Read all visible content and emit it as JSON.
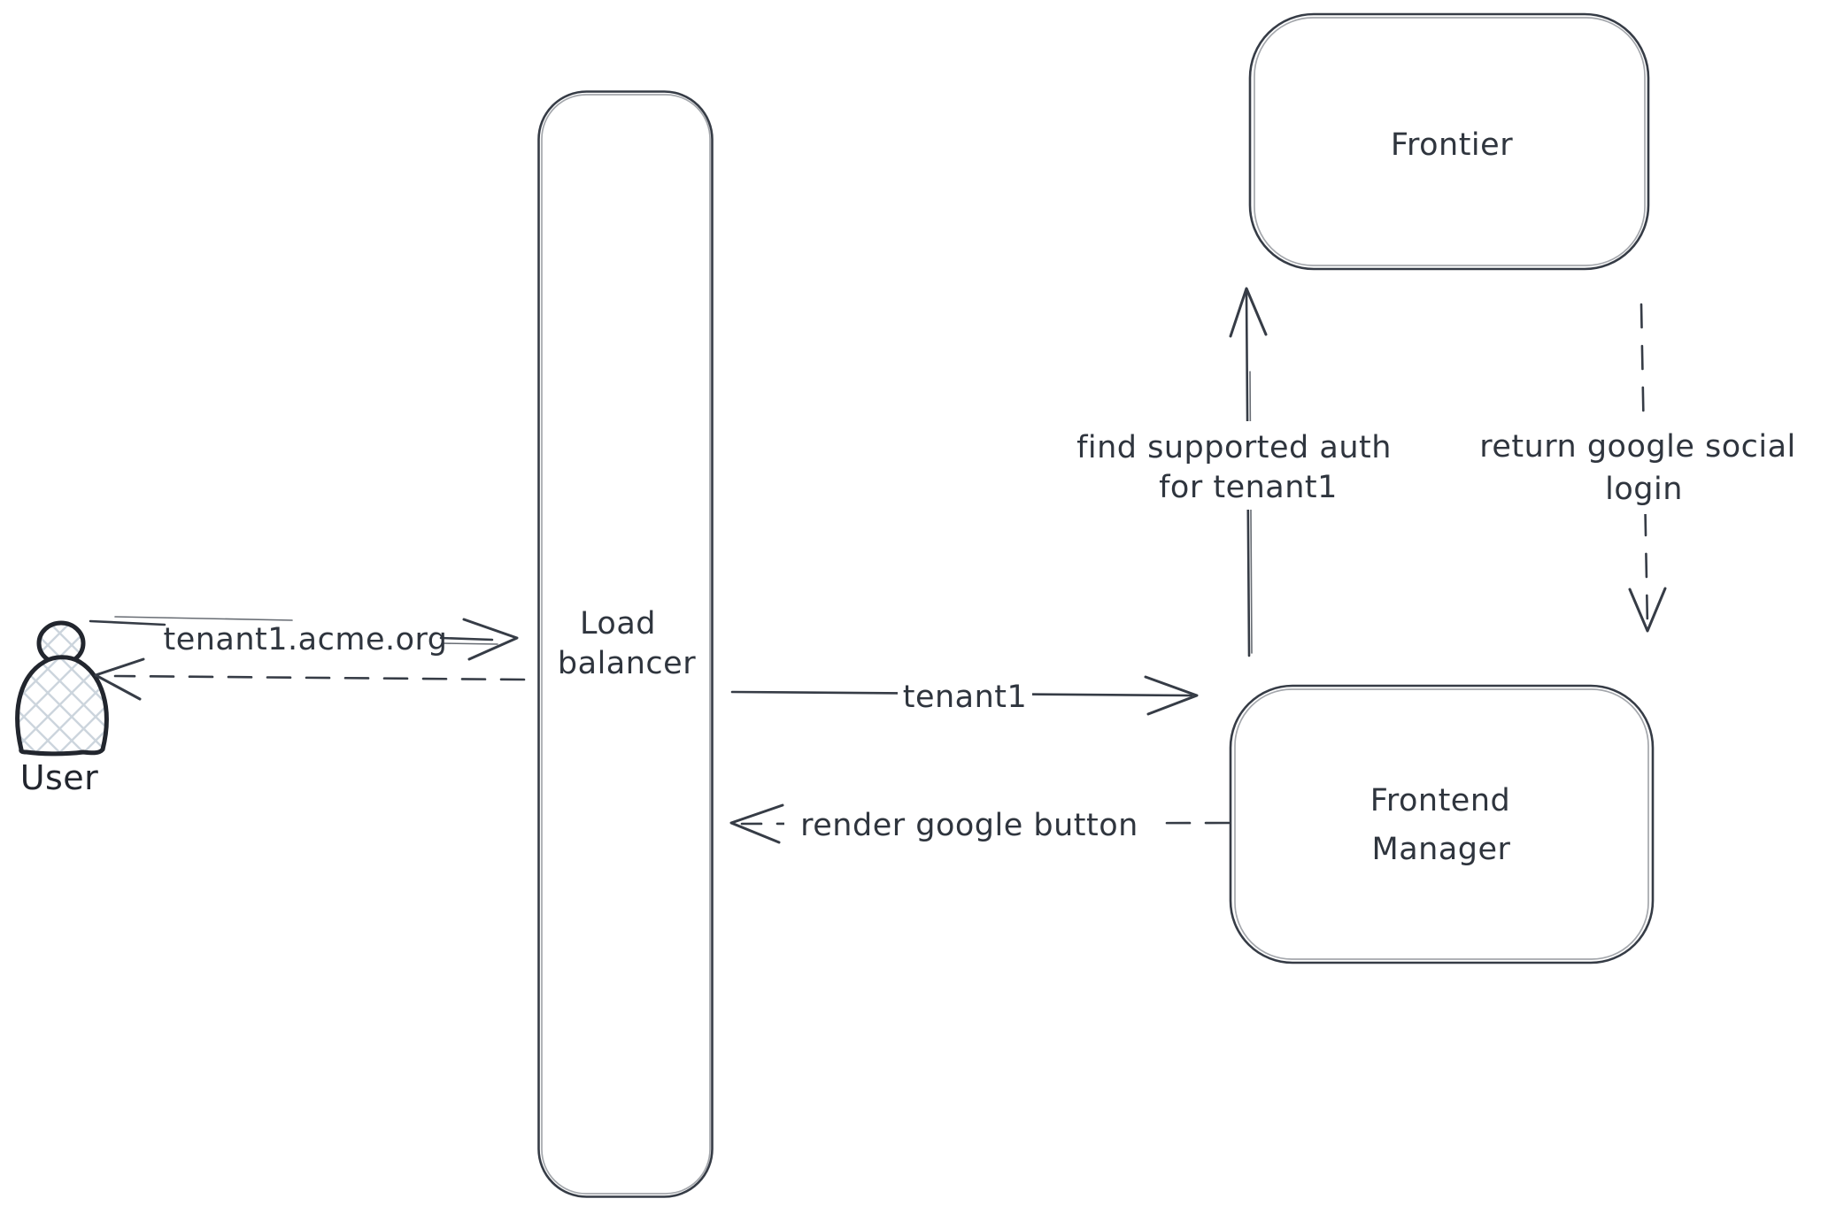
{
  "diagram": {
    "nodes": {
      "user": {
        "label": "User"
      },
      "load_balancer": {
        "label": [
          "Load",
          "balancer"
        ]
      },
      "frontier": {
        "label": "Frontier"
      },
      "frontend_manager": {
        "label": [
          "Frontend",
          "Manager"
        ]
      }
    },
    "arrows": {
      "user_request": {
        "label": "tenant1.acme.org",
        "style": "solid"
      },
      "user_response": {
        "label": "",
        "style": "dashed"
      },
      "tenant1": {
        "label": "tenant1",
        "style": "solid"
      },
      "render_google_button": {
        "label": "render google button",
        "style": "dashed"
      },
      "find_supported_auth": {
        "label": [
          "find supported auth",
          "for tenant1"
        ],
        "style": "solid"
      },
      "return_google_social_login": {
        "label": [
          "return google social",
          "login"
        ],
        "style": "dashed"
      }
    },
    "colors": {
      "stroke": "#363c46",
      "text": "#2f353e",
      "person_stroke": "#22262e",
      "hatch_fill": "#ccd5dd",
      "background": "#ffffff"
    }
  }
}
